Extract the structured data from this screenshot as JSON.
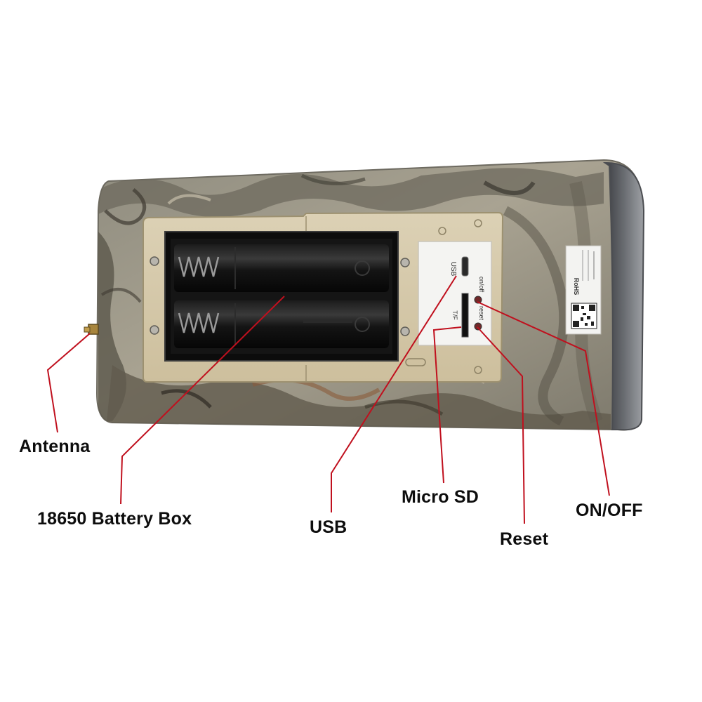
{
  "callouts": {
    "antenna": "Antenna",
    "battery_box": "18650 Battery Box",
    "usb": "USB",
    "micro_sd": "Micro SD",
    "reset": "Reset",
    "on_off": "ON/OFF"
  },
  "panel_text": {
    "usb": "USB",
    "on_off": "on/off",
    "reset": "reset",
    "tf": "T/F"
  },
  "label_sticker": {
    "rohs": "RoHS"
  },
  "colors": {
    "callout_line": "#c0101e",
    "callout_text": "#0d0d0d",
    "background": "#ffffff"
  }
}
